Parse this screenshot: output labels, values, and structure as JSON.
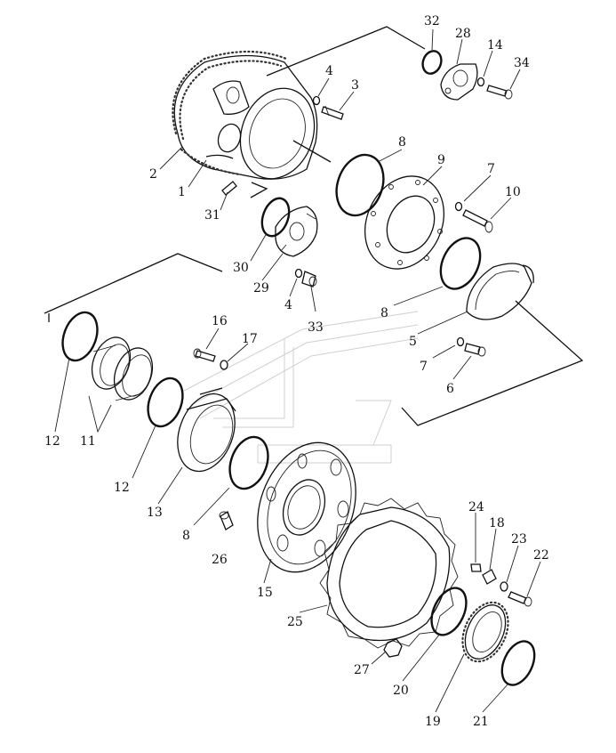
{
  "callouts": [
    {
      "id": "c1",
      "text": "1"
    },
    {
      "id": "c2",
      "text": "2"
    },
    {
      "id": "c3",
      "text": "3"
    },
    {
      "id": "c4a",
      "text": "4"
    },
    {
      "id": "c4b",
      "text": "4"
    },
    {
      "id": "c5",
      "text": "5"
    },
    {
      "id": "c6",
      "text": "6"
    },
    {
      "id": "c7a",
      "text": "7"
    },
    {
      "id": "c7b",
      "text": "7"
    },
    {
      "id": "c8a",
      "text": "8"
    },
    {
      "id": "c8b",
      "text": "8"
    },
    {
      "id": "c8c",
      "text": "8"
    },
    {
      "id": "c9",
      "text": "9"
    },
    {
      "id": "c10",
      "text": "10"
    },
    {
      "id": "c11",
      "text": "11"
    },
    {
      "id": "c12a",
      "text": "12"
    },
    {
      "id": "c12b",
      "text": "12"
    },
    {
      "id": "c13",
      "text": "13"
    },
    {
      "id": "c14",
      "text": "14"
    },
    {
      "id": "c15",
      "text": "15"
    },
    {
      "id": "c16",
      "text": "16"
    },
    {
      "id": "c17",
      "text": "17"
    },
    {
      "id": "c18",
      "text": "18"
    },
    {
      "id": "c19",
      "text": "19"
    },
    {
      "id": "c20",
      "text": "20"
    },
    {
      "id": "c21",
      "text": "21"
    },
    {
      "id": "c22",
      "text": "22"
    },
    {
      "id": "c23",
      "text": "23"
    },
    {
      "id": "c24",
      "text": "24"
    },
    {
      "id": "c25",
      "text": "25"
    },
    {
      "id": "c26",
      "text": "26"
    },
    {
      "id": "c27",
      "text": "27"
    },
    {
      "id": "c28",
      "text": "28"
    },
    {
      "id": "c29",
      "text": "29"
    },
    {
      "id": "c30",
      "text": "30"
    },
    {
      "id": "c31",
      "text": "31"
    },
    {
      "id": "c32",
      "text": "32"
    },
    {
      "id": "c33",
      "text": "33"
    },
    {
      "id": "c34",
      "text": "34"
    }
  ]
}
